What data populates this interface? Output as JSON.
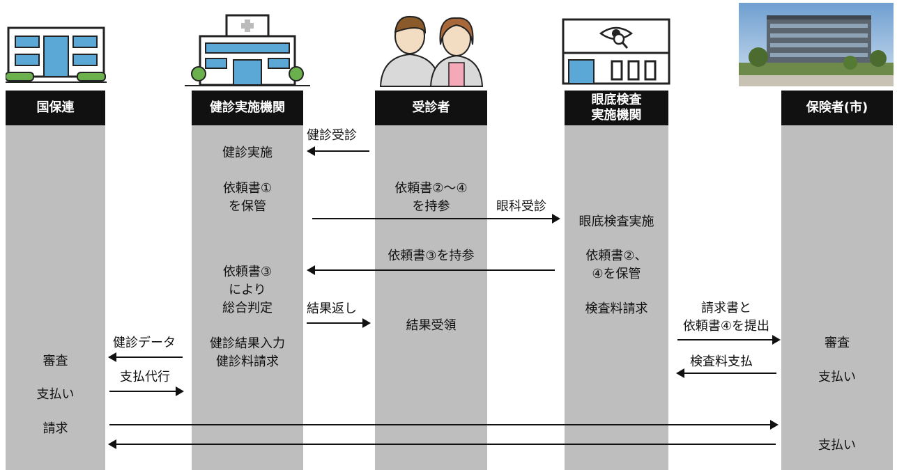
{
  "columns": {
    "kokuhoren": {
      "label": "国保連"
    },
    "kenshin": {
      "label": "健診実施機関"
    },
    "jushinsha": {
      "label": "受診者"
    },
    "gantei": {
      "label_line1": "眼底検査",
      "label_line2": "実施機関"
    },
    "hokensha": {
      "label": "保険者(市)"
    }
  },
  "kokuhoren_text": {
    "shinsa": "審査",
    "shiharai": "支払い",
    "seikyu": "請求"
  },
  "kenshin_text": {
    "kenshin_jisshi": "健診実施",
    "irai1_line1": "依頼書①",
    "irai1_line2": "を保管",
    "irai3_line1": "依頼書③",
    "irai3_line2": "により",
    "irai3_line3": "総合判定",
    "kekka_line1": "健診結果入力",
    "kekka_line2": "健診料請求"
  },
  "jushinsha_text": {
    "irai24_line1": "依頼書②～④",
    "irai24_line2": "を持参",
    "kekka_juryo": "結果受領"
  },
  "gantei_text": {
    "gantei_jisshi": "眼底検査実施",
    "irai24_line1": "依頼書②、",
    "irai24_line2": "④を保管",
    "kensaryo_seikyu": "検査料請求"
  },
  "hokensha_text": {
    "shinsa": "審査",
    "shiharai1": "支払い",
    "shiharai2": "支払い"
  },
  "arrow_labels": {
    "kenshin_jushin": "健診受診",
    "ganka_jushin": "眼科受診",
    "irai3_jisan": "依頼書③を持参",
    "kekka_kaeshi": "結果返し",
    "kenshin_data": "健診データ",
    "shiharai_daiko": "支払代行",
    "seikyusho_line1": "請求書と",
    "seikyusho_line2": "依頼書④を提出",
    "kensaryo_shiharai": "検査料支払"
  },
  "colors": {
    "lane": "#bebebe",
    "header": "#111111",
    "building_blue": "#5ba8d6",
    "tree_green": "#6ab04c",
    "shirt_pink": "#f4a8b8"
  },
  "icons": [
    "building-icon",
    "hospital-icon",
    "patients-icon",
    "eye-clinic-icon",
    "city-hall-photo"
  ]
}
